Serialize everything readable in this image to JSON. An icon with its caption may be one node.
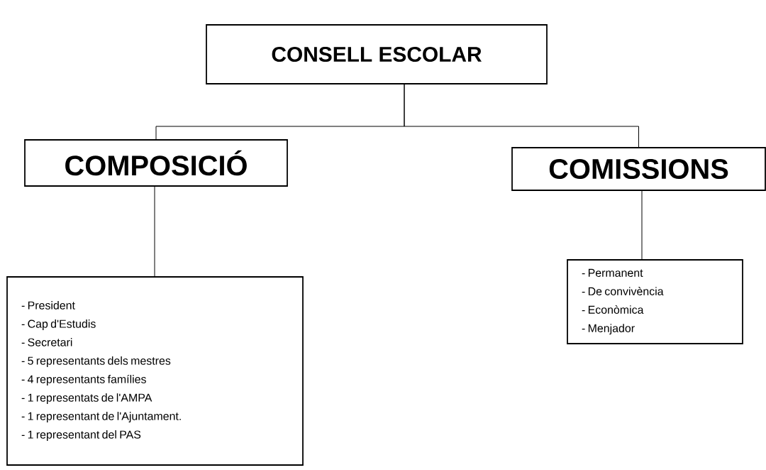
{
  "diagram": {
    "nodes": [
      {
        "text": [
          "CONSELL ESCOLAR"
        ]
      },
      {
        "text": [
          "COMPOSICIÓ"
        ]
      },
      {
        "text": [
          "COMISSIONS"
        ]
      },
      {
        "text": [
          "- President",
          "- Cap d'Estudis",
          "- Secretari",
          "- 5 representants dels mestres",
          "- 4 representants famílies",
          "- 1 representats de l'AMPA",
          "- 1 representant de l'Ajuntament.",
          "- 1 representant del PAS"
        ]
      },
      {
        "text": [
          "- Permanent",
          "- De convivència",
          "- Econòmica",
          "- Menjador"
        ]
      }
    ],
    "edges": [
      {
        "from": 0,
        "to": 1,
        "arrow": "none"
      },
      {
        "from": 0,
        "to": 2,
        "arrow": "none"
      },
      {
        "from": 1,
        "to": 3,
        "arrow": "none"
      },
      {
        "from": 2,
        "to": 4,
        "arrow": "none"
      }
    ]
  }
}
